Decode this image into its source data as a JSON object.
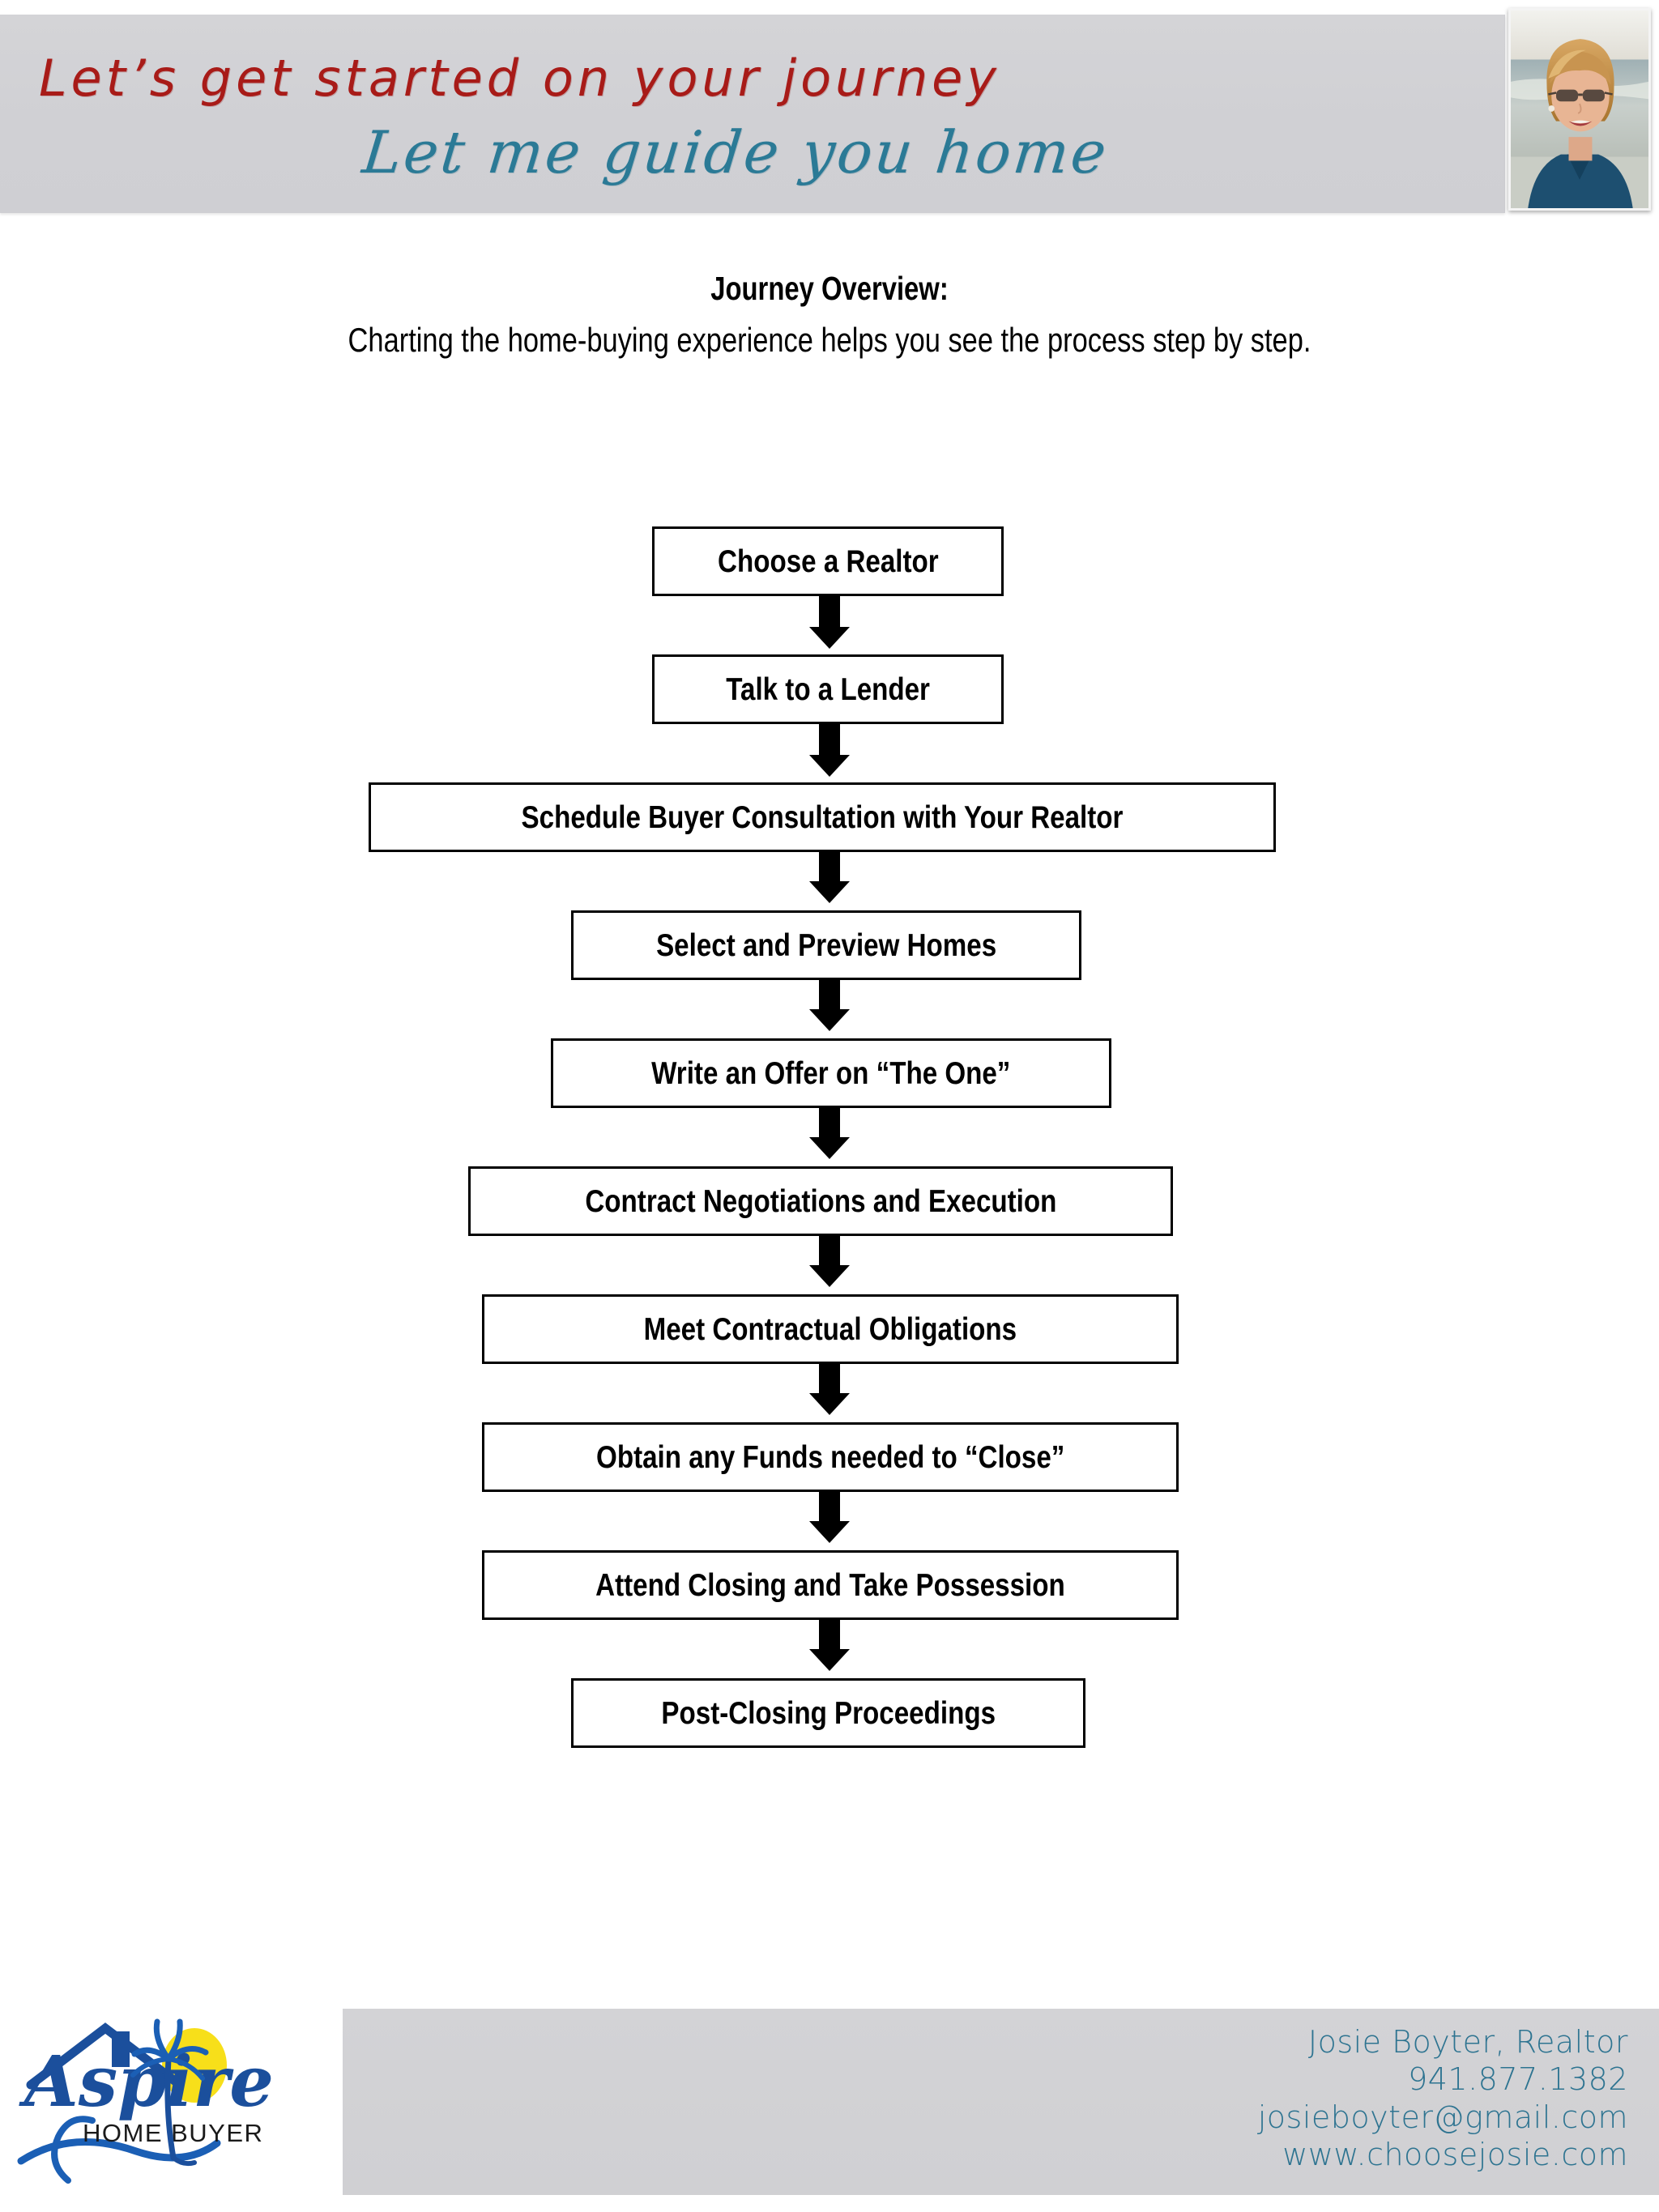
{
  "header": {
    "headline_primary": "Let’s get started on your journey",
    "headline_secondary": "Let me guide you home",
    "photo_alt": "agent-headshot",
    "banner_color": "#D1D1D5",
    "primary_color": "#A81B18",
    "secondary_color": "#2B7A96"
  },
  "intro": {
    "title": "Journey Overview:",
    "subtitle": "Charting the home-buying experience helps you see the process step by step."
  },
  "flowchart": {
    "orientation": "vertical",
    "arrow_color": "#000000",
    "box_border_color": "#000000",
    "box_fill_color": "#FFFFFF",
    "steps": [
      {
        "n": 1,
        "label": "Choose a Realtor"
      },
      {
        "n": 2,
        "label": "Talk to a Lender"
      },
      {
        "n": 3,
        "label": "Schedule Buyer Consultation with Your Realtor"
      },
      {
        "n": 4,
        "label": "Select and Preview Homes"
      },
      {
        "n": 5,
        "label": "Write an Offer on “The One”"
      },
      {
        "n": 6,
        "label": "Contract Negotiations and Execution"
      },
      {
        "n": 7,
        "label": "Meet Contractual Obligations"
      },
      {
        "n": 8,
        "label": "Obtain any Funds needed to “Close”"
      },
      {
        "n": 9,
        "label": "Attend Closing and Take Possession"
      },
      {
        "n": 10,
        "label": "Post-Closing Proceedings"
      }
    ]
  },
  "footer": {
    "logo": {
      "script_word": "Aspire",
      "subtitle": "HOME BUYER",
      "brand_blue": "#1B4F9C",
      "sun_yellow": "#F5D615"
    },
    "contact": {
      "name": "Josie Boyter, Realtor",
      "phone": "941.877.1382",
      "email": "josieboyter@gmail.com",
      "website": "www.choosejosie.com",
      "text_color": "#2E7491"
    },
    "bar_color": "#D2D2D5"
  }
}
